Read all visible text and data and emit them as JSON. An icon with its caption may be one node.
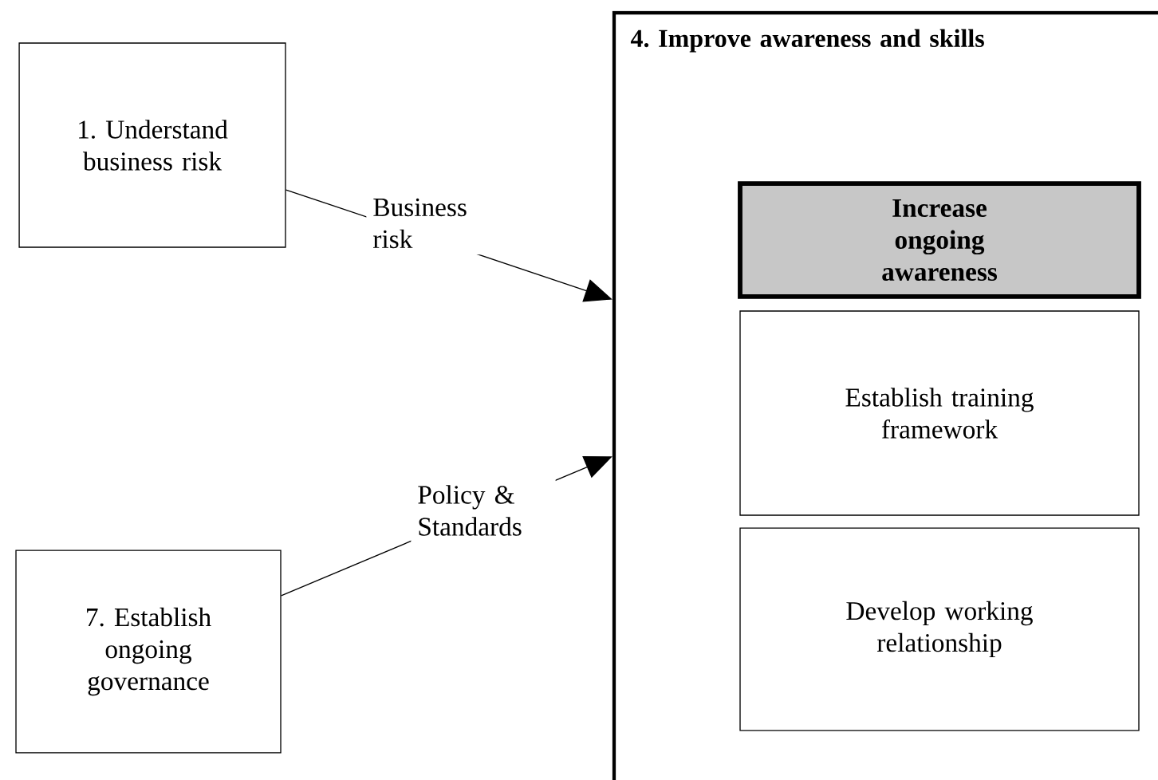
{
  "diagram": {
    "nodes": [
      {
        "text": [
          "1. Understand business risk"
        ]
      },
      {
        "text": [
          "4. Improve awareness and skills"
        ]
      },
      {
        "text": [
          "Increase ongoing awareness"
        ],
        "in": 1
      },
      {
        "text": [
          "Establish training framework"
        ],
        "in": 1
      },
      {
        "text": [
          "Develop working relationship"
        ],
        "in": 1
      },
      {
        "text": [
          "7. Establish ongoing governance"
        ]
      }
    ],
    "edges": [
      {
        "from": 0,
        "to": 1,
        "arrow": "to",
        "label": "Business risk"
      },
      {
        "from": 5,
        "to": 1,
        "arrow": "to",
        "label": "Policy & Standards"
      }
    ]
  }
}
